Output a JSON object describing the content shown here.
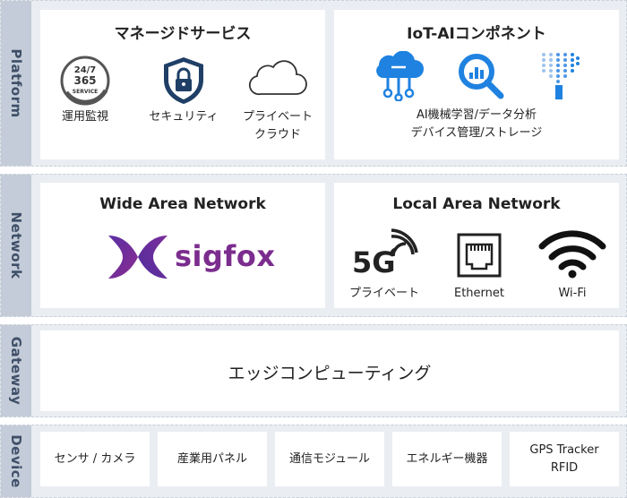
{
  "rows": {
    "platform": "Platform",
    "network": "Network",
    "gateway": "Gateway",
    "device": "Device"
  },
  "managed_services": {
    "title": "マネージドサービス",
    "badge_text": [
      "24/7",
      "365",
      "SERVICE"
    ],
    "items": [
      "運用監視",
      "セキュリティ",
      "プライベート",
      "クラウド"
    ]
  },
  "iot_ai": {
    "title": "IoT-AIコンポネント",
    "caption_line1": "AI機械学習/データ分析",
    "caption_line2": "デバイス管理/ストレージ"
  },
  "wan": {
    "title": "Wide Area Network",
    "logo_text": "sigfox"
  },
  "lan": {
    "title": "Local Area Network",
    "fiveg_text": "5G",
    "items": [
      "プライベート",
      "Ethernet",
      "Wi-Fi"
    ]
  },
  "gateway": {
    "text": "エッジコンピューティング"
  },
  "devices": [
    "センサ / カメラ",
    "産業用パネル",
    "通信モジュール",
    "エネルギー機器",
    "GPS Tracker",
    "RFID"
  ],
  "colors": {
    "accent_blue": "#1f82e0",
    "navy": "#1f3f66",
    "sigfox_purple": "#7b2d8e"
  }
}
